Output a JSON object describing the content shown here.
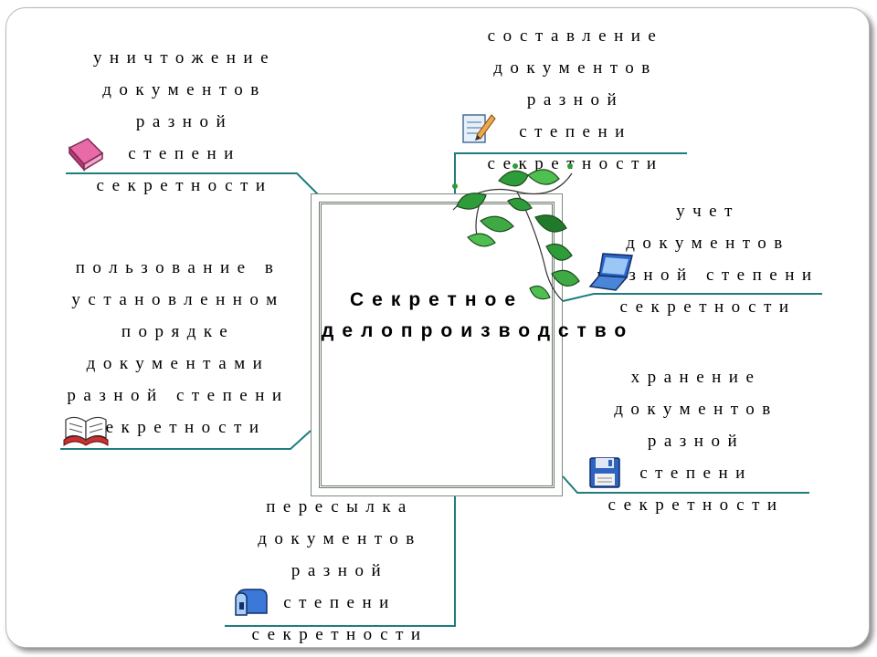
{
  "center": {
    "title": "Секретное делопроизводство"
  },
  "branches": {
    "destruction": "уничтожение\nдокументов разной\nстепени\nсекретности",
    "composition": "составление\nдокументов разной\nстепени\nсекретности",
    "accounting": "учет документов\nразной степени\nсекретности",
    "usage": "пользование в\nустановленном\nпорядке\nдокументами\nразной степени\nсекретности",
    "storage": "хранение\nдокументов разной\nстепени\nсекретности",
    "forwarding": "пересылка\nдокументов разной\nстепени\nсекретности"
  },
  "colors": {
    "connector": "#1f7d7d",
    "frame": "#6c7a6c",
    "leaf": "#2e9c3a"
  },
  "icons": [
    "eraser-icon",
    "notepad-pencil-icon",
    "laptop-icon",
    "open-book-icon",
    "floppy-disk-icon",
    "mailbox-icon",
    "ivy-plant-icon"
  ]
}
